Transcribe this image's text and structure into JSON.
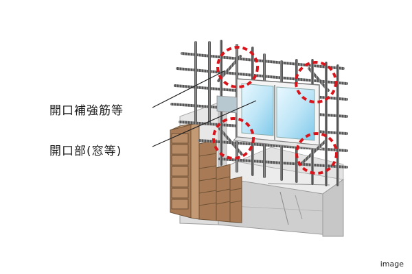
{
  "labels": {
    "opening_reinforcement": "開口補強筋等",
    "opening": "開口部(窓等)"
  },
  "note": "image",
  "colors": {
    "highlight_circle": "#d9141b",
    "rebar": "#4a4a4a",
    "brick": "#b98c68",
    "concrete": "#d8d8d8",
    "glass": "#bfe6f7"
  }
}
